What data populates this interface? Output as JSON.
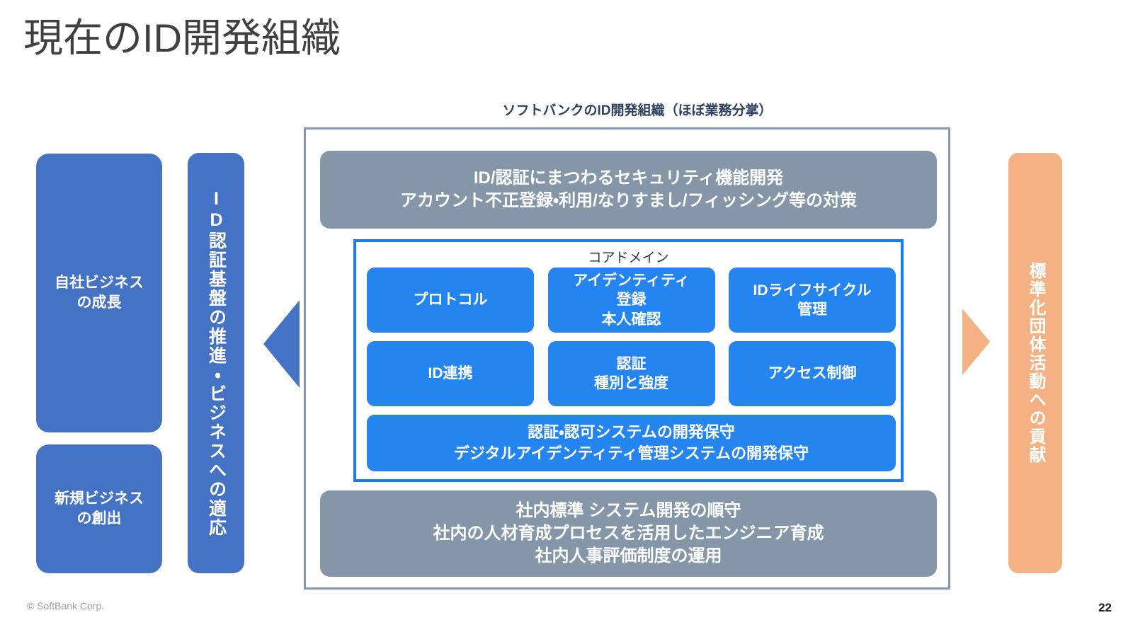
{
  "slide": {
    "title": "現在のID開発組織",
    "page_number": "22",
    "footer_copyright": "© SoftBank Corp.",
    "colors": {
      "title_gray": "#404040",
      "frame_border": "#8496b0",
      "gray_band": "#8496a8",
      "core_border": "#1b7ced",
      "core_cell_blue": "#2585f0",
      "left_blue": "#4472C4",
      "right_orange": "#F4B183",
      "subtitle_navy": "#2e4160"
    }
  },
  "left_column": {
    "value_boxes": [
      {
        "text_line1": "自社ビジネス",
        "text_line2": "の成長"
      },
      {
        "text_line1": "新規ビジネス",
        "text_line2": "の創出"
      }
    ],
    "pillar": {
      "vertical_text": "ID認証基盤の推進・ビジネスへの適応"
    },
    "arrow_direction": "left"
  },
  "right_column": {
    "pillar": {
      "vertical_text": "標準化団体活動への貢献"
    },
    "arrow_direction": "right"
  },
  "diagram": {
    "subtitle": "ソフトバンクのID開発組織（ほぼ業務分掌）",
    "security_band": {
      "line1": "ID/認証にまつわるセキュリティ機能開発",
      "line2": "アカウント不正登録・利用/なりすまし/フィッシング等の対策"
    },
    "core_domain": {
      "label": "コアドメイン",
      "rows": [
        [
          {
            "line1": "プロトコル",
            "line2": "",
            "line3": ""
          },
          {
            "line1": "アイデンティティ",
            "line2": "登録",
            "line3": "本人確認"
          },
          {
            "line1": "IDライフサイクル",
            "line2": "管理",
            "line3": ""
          }
        ],
        [
          {
            "line1": "ID連携",
            "line2": "",
            "line3": ""
          },
          {
            "line1": "認証",
            "line2": "種別と強度",
            "line3": ""
          },
          {
            "line1": "アクセス制御",
            "line2": "",
            "line3": ""
          }
        ]
      ],
      "wide_box": {
        "line1": "認証・認可システムの開発保守",
        "line2": "デジタルアイデンティティ管理システムの開発保守"
      }
    },
    "internal_band": {
      "line1": "社内標準 システム開発の順守",
      "line2": "社内の人材育成プロセスを活用したエンジニア育成",
      "line3": "社内人事評価制度の運用"
    }
  }
}
